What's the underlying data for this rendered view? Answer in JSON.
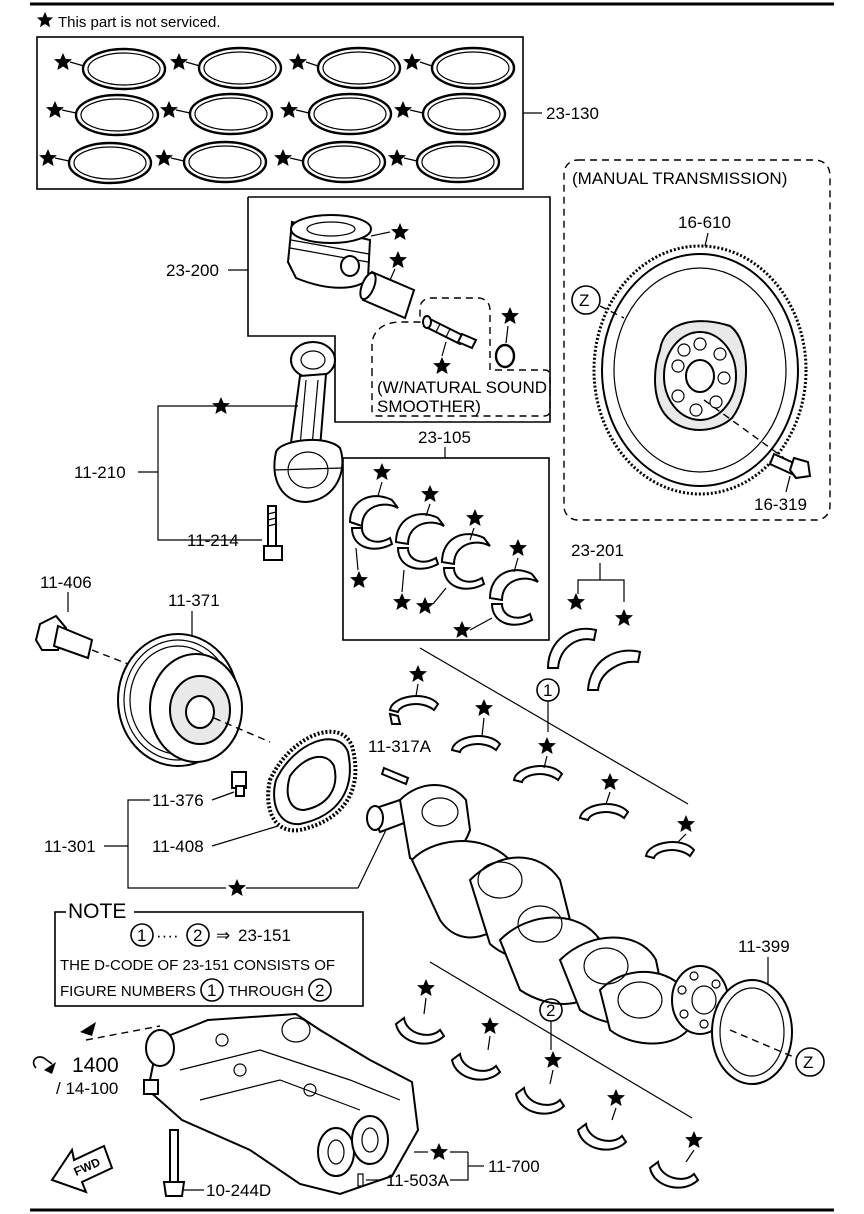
{
  "header": {
    "legend_text": "This part is not serviced."
  },
  "labels": {
    "piston_rings": "23-130",
    "piston": "23-200",
    "natural_sound_line1": "(W/NATURAL SOUND",
    "natural_sound_line2": "SMOOTHER)",
    "manual_transmission": "(MANUAL TRANSMISSION)",
    "flywheel": "16-610",
    "flywheel_bolt": "16-319",
    "zone_z": "Z",
    "conrod": "11-210",
    "conrod_bolt": "11-214",
    "conrod_bearing": "23-105",
    "thrust_bearing": "23-201",
    "pulley_bolt": "11-406",
    "pulley": "11-371",
    "key": "11-317A",
    "ring_gear_bolt": "11-376",
    "crankshaft_assy": "11-301",
    "plate": "11-408",
    "rear_seal": "11-399",
    "callout_1": "1",
    "callout_2": "2",
    "balancer_ref": "1400",
    "balancer_ref_sub": "/ 14-100",
    "balancer_bolt": "10-244D",
    "main_bearing_set": "11-700",
    "main_bearing_part": "11-503A",
    "fwd": "FWD"
  },
  "note": {
    "title": "NOTE",
    "line1_start": "1",
    "line1_dots": "····",
    "line1_end": "2",
    "line1_arrow": "⇒",
    "line1_ref": "23-151",
    "line2": "THE D-CODE OF  23-151  CONSISTS OF",
    "line3_prefix": "FIGURE NUMBERS",
    "line3_start": "1",
    "line3_mid": "THROUGH",
    "line3_end": "2"
  }
}
